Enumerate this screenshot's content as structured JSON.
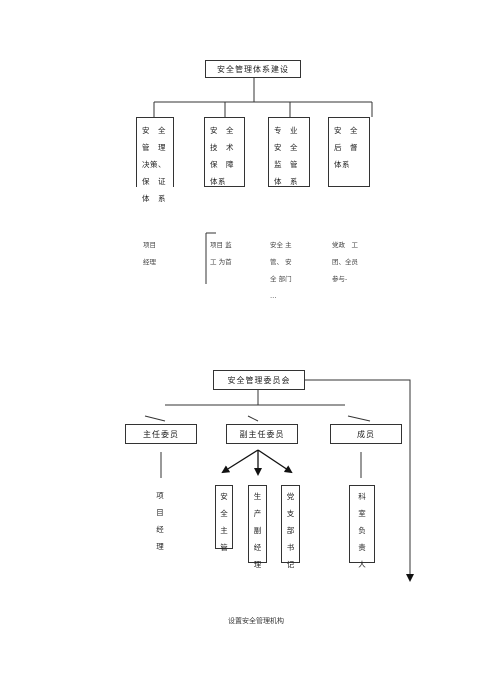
{
  "diagram1": {
    "title": "安全管理体系建设",
    "boxes": [
      {
        "text": "安　全\n管　理\n决策、\n保　证\n体　系"
      },
      {
        "text": "安　全\n技　术\n保　障\n体系"
      },
      {
        "text": "专　业\n安　全\n监　管\n体　系"
      },
      {
        "text": "安　全\n后　督\n体系"
      }
    ],
    "labels": [
      {
        "text": "项目\n经理"
      },
      {
        "text": "项目 监\n工 为首"
      },
      {
        "text": "安全 主\n管、 安\n全 部门\n…"
      },
      {
        "text": "党政　工\n团、全员\n参与-"
      }
    ]
  },
  "diagram2": {
    "title": "安全管理委员会",
    "groups": [
      {
        "label": "主任委员"
      },
      {
        "label": "副主任委员"
      },
      {
        "label": "成员"
      }
    ],
    "members": [
      {
        "chars": [
          "项",
          "目",
          "经",
          "理"
        ]
      },
      {
        "chars": [
          "安",
          "全",
          "主",
          "管"
        ]
      },
      {
        "chars": [
          "生",
          "产",
          "副",
          "经",
          "理"
        ]
      },
      {
        "chars": [
          "党",
          "支",
          "部",
          "书",
          "记"
        ]
      },
      {
        "chars": [
          "科",
          "室",
          "负",
          "责",
          "人"
        ]
      }
    ],
    "caption": "设置安全管理机构"
  }
}
